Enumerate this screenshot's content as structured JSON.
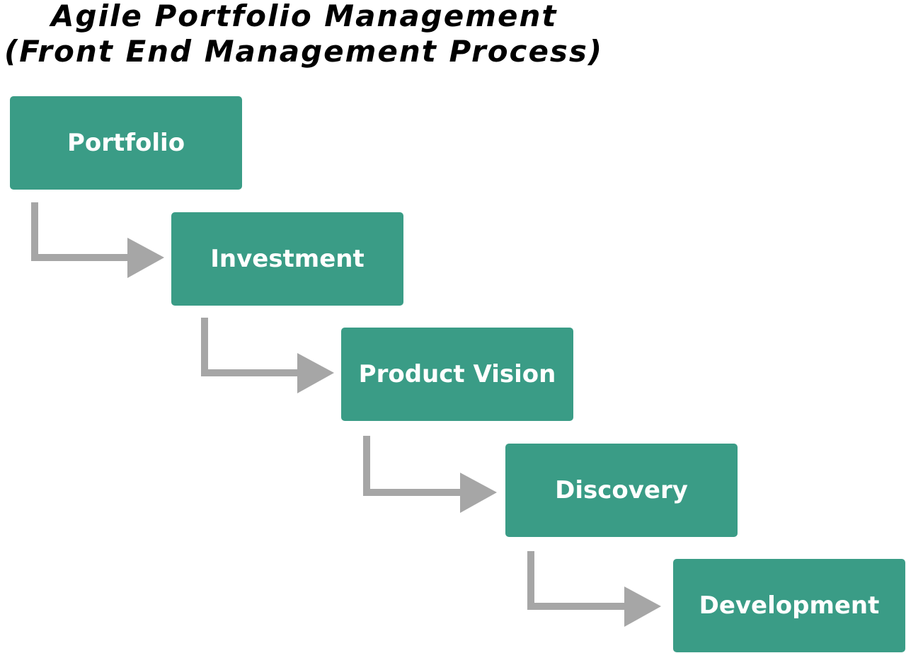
{
  "title": {
    "line1": "Agile Portfolio Management",
    "line2": "(Front End Management Process)"
  },
  "steps": [
    {
      "label": "Portfolio"
    },
    {
      "label": "Investment"
    },
    {
      "label": "Product Vision"
    },
    {
      "label": "Discovery"
    },
    {
      "label": "Development"
    }
  ],
  "colors": {
    "box": "#3a9c86",
    "box_text": "#ffffff",
    "arrow": "#a6a6a6",
    "title": "#000000"
  }
}
